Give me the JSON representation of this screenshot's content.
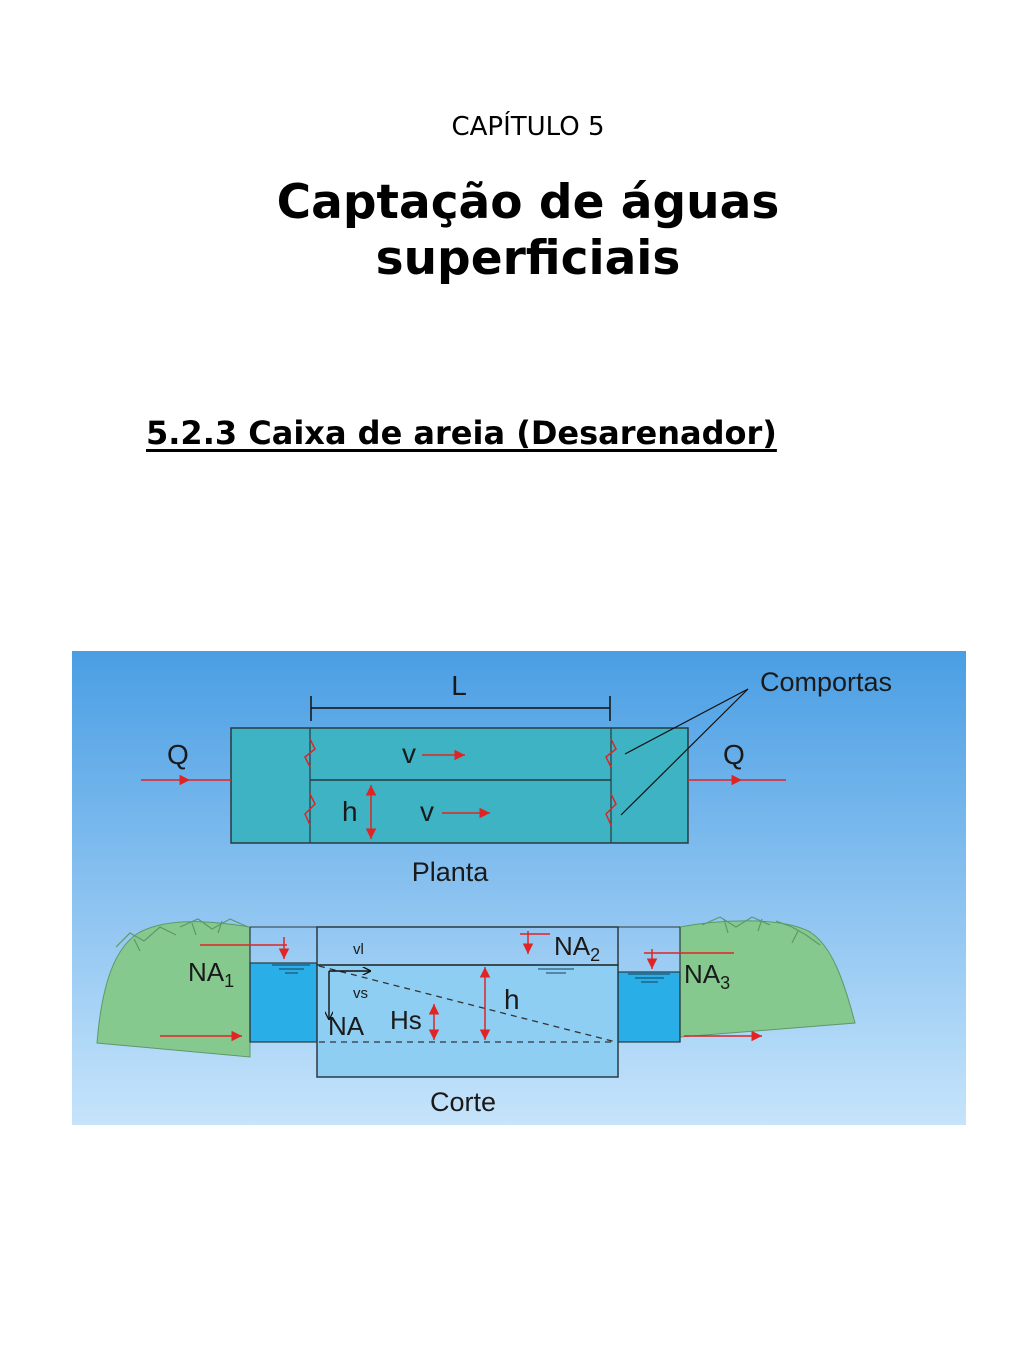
{
  "header": {
    "chapter": "CAPÍTULO 5",
    "title_line1": "Captação de águas",
    "title_line2": "superficiais"
  },
  "section": {
    "heading": "5.2.3 Caixa de areia (Desarenador)"
  },
  "diagram": {
    "plan": {
      "length_label": "L",
      "inflow_label": "Q",
      "outflow_label": "Q",
      "velocity_top": "v",
      "velocity_bottom": "v",
      "width_label": "h",
      "gates_label": "Comportas",
      "caption": "Planta"
    },
    "section": {
      "na1_main": "NA",
      "na1_sub": "1",
      "na2_main": "NA",
      "na2_sub": "2",
      "na3_main": "NA",
      "na3_sub": "3",
      "na_label": "NA",
      "vl_label": "vl",
      "vs_label": "vs",
      "hs_label": "Hs",
      "h_label": "h",
      "caption": "Corte"
    },
    "colors": {
      "sky_top": "#4a9ee4",
      "sky_bottom": "#c6e4fb",
      "channel": "#3db3c4",
      "water_deep": "#2aaee8",
      "water_light": "#8fcef3",
      "ground": "#86c98f",
      "arrow": "#e02424"
    }
  }
}
